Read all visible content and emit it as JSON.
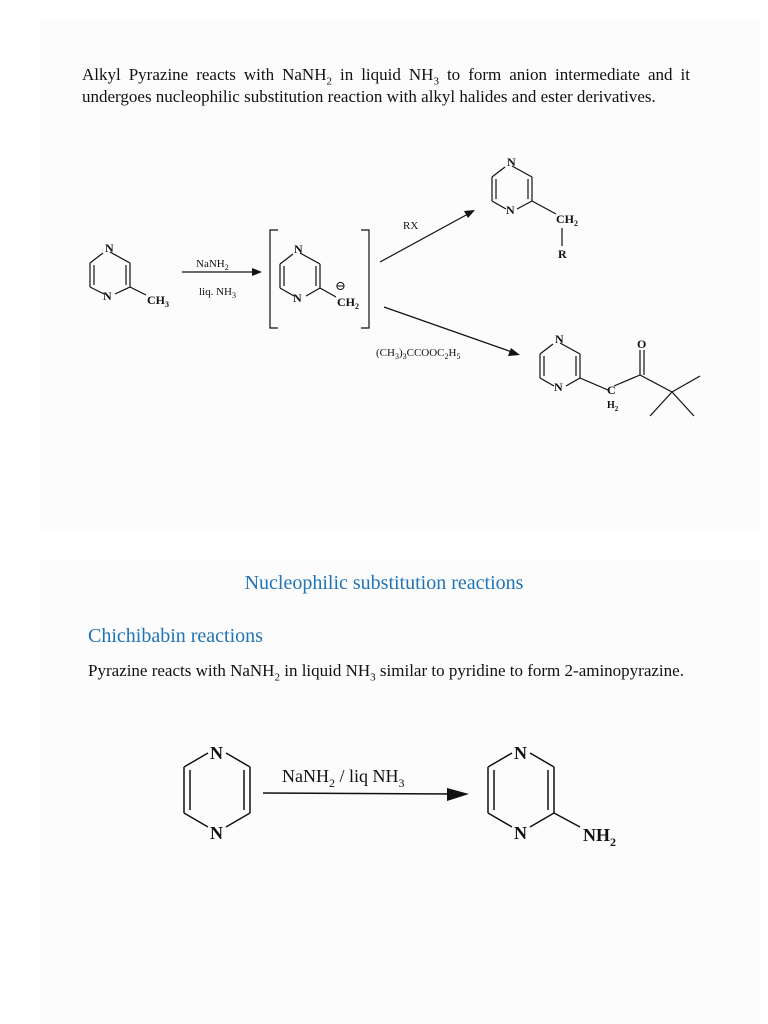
{
  "section1": {
    "paragraph": {
      "t1": "Alkyl Pyrazine reacts with NaNH",
      "s1": "2",
      "t2": " in liquid NH",
      "s2": "3",
      "t3": " to form anion intermediate and it undergoes nucleophilic substitution reaction with alkyl halides and ester derivatives."
    },
    "scheme": {
      "start": {
        "n_top": "N",
        "n_bottom": "N",
        "substituent": "CH3"
      },
      "reagent_top": "NaNH2",
      "reagent_bottom": "liq. NH3",
      "intermediate": {
        "n_top": "N",
        "n_bottom": "N",
        "charge": "⊖",
        "substituent": "CH2"
      },
      "path1": {
        "reagent": "RX",
        "product": {
          "n_top": "N",
          "n_bottom": "N",
          "ch2": "CH2",
          "r": "R"
        }
      },
      "path2": {
        "reagent": "(CH3)3CCOOC2H5",
        "product": {
          "n_top": "N",
          "n_bottom": "N",
          "o": "O",
          "c": "C",
          "h2": "H2"
        }
      }
    }
  },
  "section2": {
    "title": "Nucleophilic substitution reactions",
    "subtitle": "Chichibabin reactions",
    "paragraph": {
      "t1": "Pyrazine reacts with NaNH",
      "s1": "2",
      "t2": " in liquid NH",
      "s2": "3",
      "t3": " similar to pyridine to form 2-aminopyrazine."
    },
    "scheme": {
      "start": {
        "n_top": "N",
        "n_bottom": "N"
      },
      "reagent": "NaNH2 / liq NH3",
      "product": {
        "n_top": "N",
        "n_bottom": "N",
        "substituent": "NH2"
      }
    }
  }
}
